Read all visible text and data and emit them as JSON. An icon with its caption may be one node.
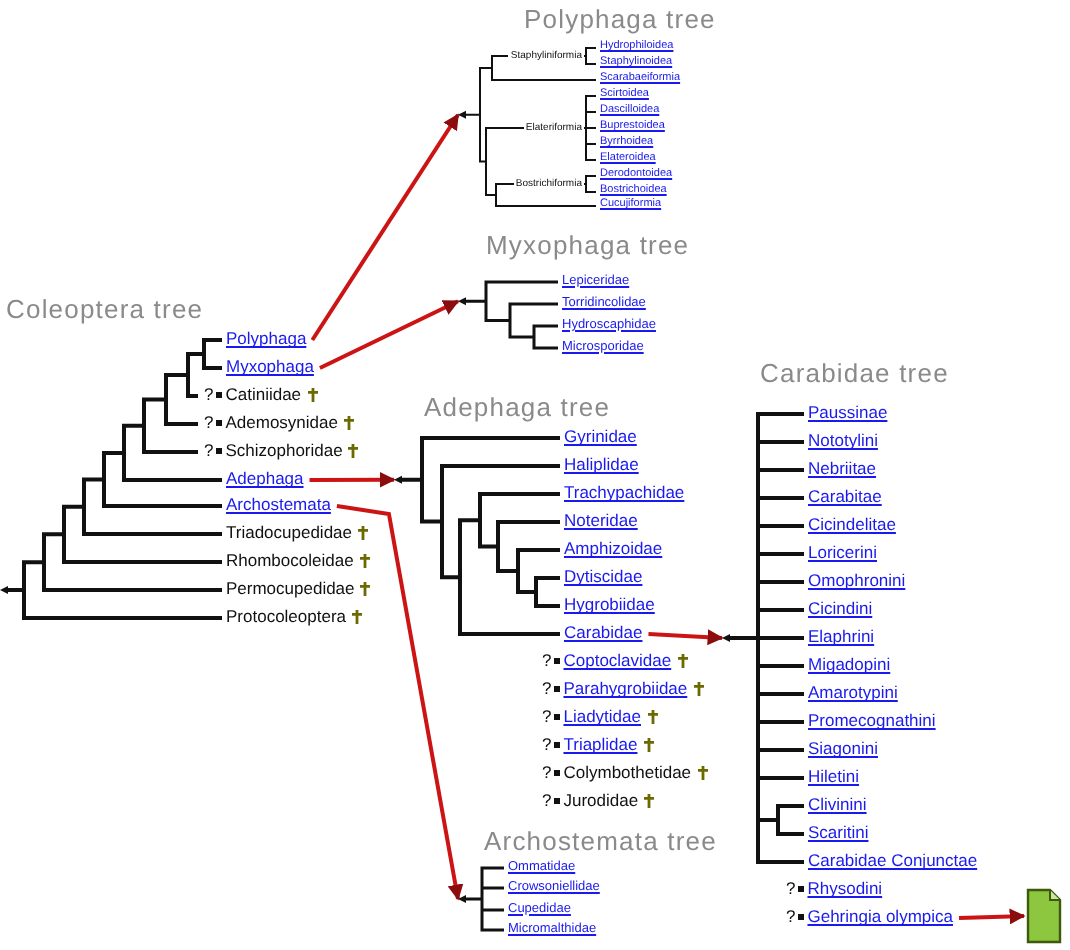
{
  "diagram": {
    "nodes": [
      {
        "text": [
          "Coleoptera tree"
        ]
      },
      {
        "text": [
          "Polyphaga"
        ],
        "in": 0
      },
      {
        "text": [
          "Myxophaga"
        ],
        "in": 0
      },
      {
        "text": [
          "Catiniidae"
        ],
        "in": 0,
        "beside": [
          "?"
        ]
      },
      {
        "text": [
          "Ademosynidae"
        ],
        "in": 0,
        "beside": [
          "?"
        ]
      },
      {
        "text": [
          "Schizophoridae"
        ],
        "in": 0,
        "beside": [
          "?"
        ]
      },
      {
        "text": [
          "Adephaga"
        ],
        "in": 0
      },
      {
        "text": [
          "Archostemata"
        ],
        "in": 0
      },
      {
        "text": [
          "Triadocupedidae"
        ],
        "in": 0
      },
      {
        "text": [
          "Rhombocoleidae"
        ],
        "in": 0
      },
      {
        "text": [
          "Permocupedidae"
        ],
        "in": 0
      },
      {
        "text": [
          "Protocoleoptera"
        ],
        "in": 0
      },
      {
        "text": [
          "Polyphaga tree"
        ]
      },
      {
        "text": [
          "Staphyliniformia"
        ],
        "in": 12
      },
      {
        "text": [
          "Hydrophiloidea"
        ],
        "in": 12
      },
      {
        "text": [
          "Staphylinoidea"
        ],
        "in": 12
      },
      {
        "text": [
          "Scarabaeiformia"
        ],
        "in": 12
      },
      {
        "text": [
          "Elateriformia"
        ],
        "in": 12
      },
      {
        "text": [
          "Scirtoidea"
        ],
        "in": 12
      },
      {
        "text": [
          "Dascilloidea"
        ],
        "in": 12
      },
      {
        "text": [
          "Buprestoidea"
        ],
        "in": 12
      },
      {
        "text": [
          "Byrrhoidea"
        ],
        "in": 12
      },
      {
        "text": [
          "Elateroidea"
        ],
        "in": 12
      },
      {
        "text": [
          "Bostrichiformia"
        ],
        "in": 12
      },
      {
        "text": [
          "Derodontoidea"
        ],
        "in": 12
      },
      {
        "text": [
          "Bostrichoidea"
        ],
        "in": 12
      },
      {
        "text": [
          "Cucujiformia"
        ],
        "in": 12
      },
      {
        "text": [
          "Myxophaga tree"
        ]
      },
      {
        "text": [
          "Lepiceridae"
        ],
        "in": 27
      },
      {
        "text": [
          "Torridincolidae"
        ],
        "in": 27
      },
      {
        "text": [
          "Hydroscaphidae"
        ],
        "in": 27
      },
      {
        "text": [
          "Microsporidae"
        ],
        "in": 27
      },
      {
        "text": [
          "Adephaga tree"
        ]
      },
      {
        "text": [
          "Gyrinidae"
        ],
        "in": 32
      },
      {
        "text": [
          "Haliplidae"
        ],
        "in": 32
      },
      {
        "text": [
          "Trachypachidae"
        ],
        "in": 32
      },
      {
        "text": [
          "Noteridae"
        ],
        "in": 32
      },
      {
        "text": [
          "Amphizoidae"
        ],
        "in": 32
      },
      {
        "text": [
          "Dytiscidae"
        ],
        "in": 32
      },
      {
        "text": [
          "Hygrobiidae"
        ],
        "in": 32
      },
      {
        "text": [
          "Carabidae"
        ],
        "in": 32
      },
      {
        "text": [
          "Coptoclavidae"
        ],
        "in": 32,
        "beside": [
          "?"
        ]
      },
      {
        "text": [
          "Parahygrobiidae"
        ],
        "in": 32,
        "beside": [
          "?"
        ]
      },
      {
        "text": [
          "Liadytidae"
        ],
        "in": 32,
        "beside": [
          "?"
        ]
      },
      {
        "text": [
          "Triaplidae"
        ],
        "in": 32,
        "beside": [
          "?"
        ]
      },
      {
        "text": [
          "Colymbothetidae"
        ],
        "in": 32,
        "beside": [
          "?"
        ]
      },
      {
        "text": [
          "Jurodidae"
        ],
        "in": 32,
        "beside": [
          "?"
        ]
      },
      {
        "text": [
          "Carabidae tree"
        ]
      },
      {
        "text": [
          "Paussinae"
        ],
        "in": 47
      },
      {
        "text": [
          "Nototylini"
        ],
        "in": 47
      },
      {
        "text": [
          "Nebriitae"
        ],
        "in": 47
      },
      {
        "text": [
          "Carabitae"
        ],
        "in": 47
      },
      {
        "text": [
          "Cicindelitae"
        ],
        "in": 47
      },
      {
        "text": [
          "Loricerini"
        ],
        "in": 47
      },
      {
        "text": [
          "Omophronini"
        ],
        "in": 47
      },
      {
        "text": [
          "Cicindini"
        ],
        "in": 47
      },
      {
        "text": [
          "Elaphrini"
        ],
        "in": 47
      },
      {
        "text": [
          "Migadopini"
        ],
        "in": 47
      },
      {
        "text": [
          "Amarotypini"
        ],
        "in": 47
      },
      {
        "text": [
          "Promecognathini"
        ],
        "in": 47
      },
      {
        "text": [
          "Siagonini"
        ],
        "in": 47
      },
      {
        "text": [
          "Hiletini"
        ],
        "in": 47
      },
      {
        "text": [
          "Clivinini"
        ],
        "in": 47
      },
      {
        "text": [
          "Scaritini"
        ],
        "in": 47
      },
      {
        "text": [
          "Carabidae Conjunctae"
        ],
        "in": 47
      },
      {
        "text": [
          "Rhysodini"
        ],
        "in": 47,
        "beside": [
          "?"
        ]
      },
      {
        "text": [
          "Gehringia olympica"
        ],
        "in": 47,
        "beside": [
          "?"
        ]
      },
      {
        "text": [
          "Archostemata tree"
        ]
      },
      {
        "text": [
          "Ommatidae"
        ],
        "in": 67
      },
      {
        "text": [
          "Crowsoniellidae"
        ],
        "in": 67
      },
      {
        "text": [
          "Cupedidae"
        ],
        "in": 67
      },
      {
        "text": [
          "Micromalthidae"
        ],
        "in": 67
      },
      {
        "text": [],
        "shape": "document"
      }
    ],
    "edges": [
      {
        "from": 1,
        "to": 12,
        "arrow": "to"
      },
      {
        "from": 2,
        "to": 27,
        "arrow": "to"
      },
      {
        "from": 6,
        "to": 32,
        "arrow": "to"
      },
      {
        "from": 7,
        "to": 67,
        "arrow": "to"
      },
      {
        "from": 40,
        "to": 47,
        "arrow": "to"
      },
      {
        "from": 66,
        "to": 72,
        "arrow": "to"
      }
    ]
  }
}
